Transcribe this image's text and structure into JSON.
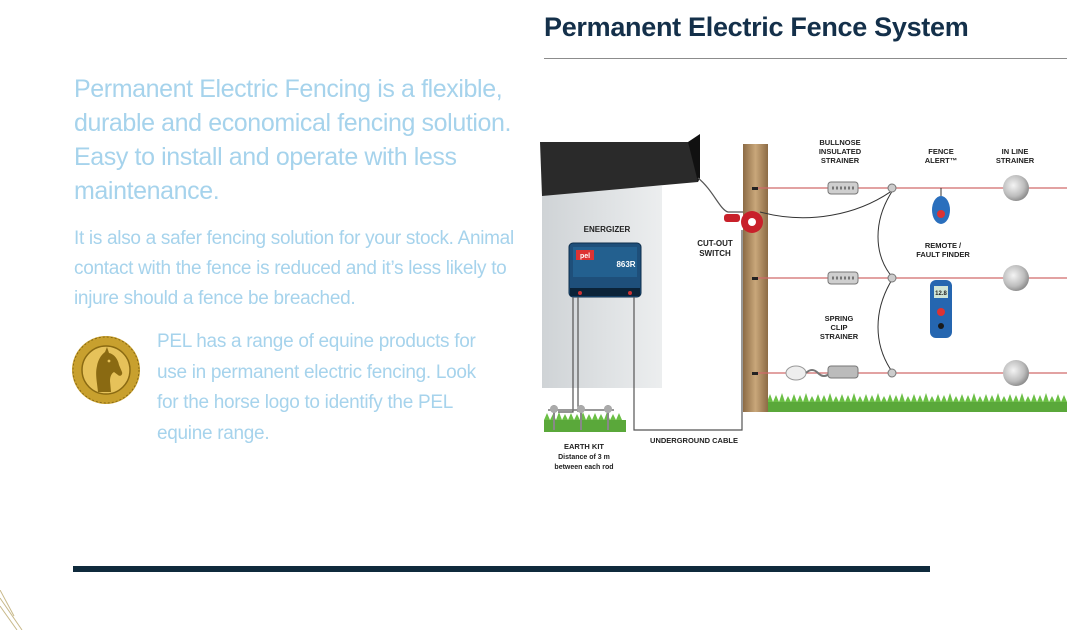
{
  "header": {
    "title": "Permanent Electric Fence System"
  },
  "intro": {
    "lead": "Permanent Electric Fencing is a flexible, durable and economical fencing solution. Easy to install and operate with less maintenance.",
    "sub": "It is also a safer fencing solution for your stock. Animal contact with the fence is reduced and it’s less likely to injure should a fence be breached.",
    "equine": "PEL has a range of equine products for use in permanent electric fencing. Look for the horse logo to identify the PEL equine range."
  },
  "diagram": {
    "energizer_label": "ENERGIZER",
    "energizer_brand": "pel",
    "energizer_model": "863R",
    "cutout_switch": [
      "CUT-OUT",
      "SWITCH"
    ],
    "bullnose": [
      "BULLNOSE",
      "INSULATED",
      "STRAINER"
    ],
    "fence_alert": [
      "FENCE",
      "ALERT™"
    ],
    "inline_strainer": [
      "IN LINE",
      "STRAINER"
    ],
    "remote": [
      "REMOTE /",
      "FAULT FINDER"
    ],
    "spring_clip": [
      "SPRING",
      "CLIP",
      "STRAINER"
    ],
    "earth_kit": [
      "EARTH KIT",
      "Distance of 3 m",
      "between each rod"
    ],
    "underground_cable": "UNDERGROUND CABLE",
    "remote_display": "12.8"
  },
  "colors": {
    "heading": "#14304a",
    "body_text": "#a6d3ec",
    "rule": "#0f2a3c",
    "logo_gold": "#c8a02e",
    "grass": "#5aa83a",
    "post": "#b08d63",
    "fence_wire": "#d06a6a"
  },
  "icons": {
    "logo": "horse-logo-icon"
  }
}
